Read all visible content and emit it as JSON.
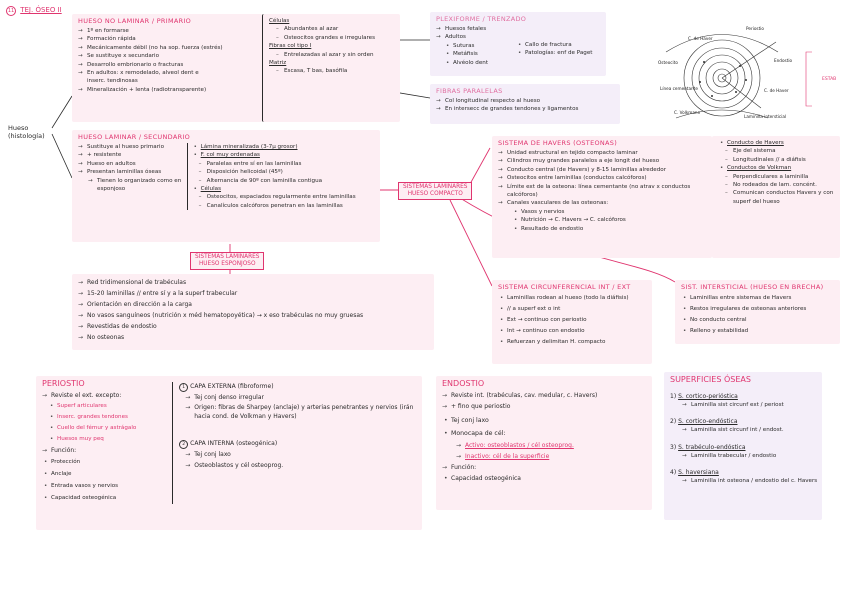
{
  "title": {
    "num": "11",
    "text": "TEJ. ÓSEO II"
  },
  "root": {
    "line1": "Hueso",
    "line2": "(histología)"
  },
  "woven": {
    "heading": "HUESO NO LAMINAR / PRIMARIO",
    "items": [
      "1º en formarse",
      "Formación rápida",
      "Mecánicamente débil (no ha sop. fuerza (estrés)",
      "Se sustituye x secundario",
      "Desarrollo embrionario o fracturas",
      "En adultos: x remodelado, alveol dent e inserc. tendinosas",
      "Mineralización + lenta (radiotransparente)"
    ],
    "cells_label": "Células",
    "cells": [
      "Abundantes al azar",
      "Osteocitos grandes e irregulares"
    ],
    "fibers_label": "Fibras col tipo I",
    "fibers": [
      "Entrelazadas al azar y sin orden"
    ],
    "matrix_label": "Matriz",
    "matrix": [
      "Escasa, T bas, basófila"
    ]
  },
  "plexiform": {
    "heading": "PLEXIFORME / TRENZADO",
    "left": [
      "Huesos fetales",
      "Adultos"
    ],
    "left_sub": [
      "Suturas",
      "Metáfisis",
      "Alvéolo dent"
    ],
    "right": [
      "Callo de fractura",
      "Patologías: enf de Paget"
    ]
  },
  "fibrous": {
    "heading": "FIBRAS PARALELAS",
    "items": [
      "Col longitudinal respecto al hueso",
      "En intersecc de grandes tendones y ligamentos"
    ]
  },
  "diagram": {
    "labels": [
      "C. de Haver",
      "Osteocito",
      "Periostio",
      "Línea cementante",
      "C. Volkmann",
      "Endostio",
      "C. de Haver",
      "Laminilla intersticial"
    ],
    "side": "ESTAB"
  },
  "lamellar": {
    "heading": "HUESO LAMINAR / SECUNDARIO",
    "items": [
      "Sustituye al hueso primario",
      "+ resistente",
      "Hueso en adultos",
      "Presentan laminillas óseas"
    ],
    "sub_item": "Tienen lo organizado como en esponjoso",
    "lam_label": "Lámina mineralizada (3-7µ grosor)",
    "fib_label": "F. col muy ordenadas",
    "fib": [
      "Paralelas entre sí en las laminillas",
      "Disposición helicoidal (45º)",
      "Alternancia de 90º con laminilla contigua"
    ],
    "cel_label": "Células",
    "cel": [
      "Osteocitos, espaciados regularmente entre laminillas",
      "Canalículos calcóforos penetran en las laminillas"
    ]
  },
  "tag_compact": {
    "line1": "SISTEMAS LAMINARES",
    "line2": "HUESO COMPACTO"
  },
  "tag_spongy": {
    "line1": "SISTEMAS LAMINARES",
    "line2": "HUESO ESPONJOSO"
  },
  "spongy": {
    "items": [
      "Red tridimensional de trabéculas",
      "15-20 laminillas // entre sí y a la superf trabecular",
      "Orientación en dirección a la carga",
      "No vasos sanguíneos (nutrición x méd hematopoyética) → x eso trabéculas no muy gruesas",
      "Revestidas de endostio",
      "No osteonas"
    ]
  },
  "haversian": {
    "heading": "SISTEMA DE HAVERS (OSTEONAS)",
    "items": [
      "Unidad estructural en tejido compacto laminar",
      "Cilindros muy grandes paralelos a eje longit del hueso",
      "Conducto central (de Havers) y 8-15 laminillas alrededor",
      "Osteocitos entre laminillas (conductos calcóforos)",
      "Límite ext de la osteona: línea cementante (no atrav x conductos calcóforos)",
      "Canales vasculares de las osteonas:"
    ],
    "vessels": [
      "Vasos y nervios",
      "Nutrición → C. Havers → C. calcóforos",
      "Resultado de endostio"
    ]
  },
  "canals": {
    "h_label": "Conducto de Havers",
    "h": [
      "Eje del sistema",
      "Longitudinales // a diáfisis"
    ],
    "v_label": "Conductos de Volkman",
    "v": [
      "Perpendiculares a laminilla",
      "No rodeados de lam. concént.",
      "Comunican conductos Havers y con superf del hueso"
    ]
  },
  "circumferential": {
    "heading": "SISTEMA CIRCUNFERENCIAL INT / EXT",
    "items": [
      "Laminillas rodean al hueso (todo la diáfisis)",
      "// a superf ext o int",
      "Ext → continuo con periostio",
      "Int → continuo con endostio",
      "Refuerzan y delimitan H. compacto"
    ]
  },
  "interstitial": {
    "heading": "SIST. INTERSTICIAL (HUESO EN BRECHA)",
    "items": [
      "Laminillas entre sistemas de Havers",
      "Restos irregulares de osteonas anteriores",
      "No conducto central",
      "Relleno y estabilidad"
    ]
  },
  "periosteum": {
    "heading": "PERIOSTIO",
    "reviste": "Reviste el ext. excepto:",
    "excepts": [
      "Superf articulares",
      "Inserc. grandes tendones",
      "Cuello del fémur y astrágalo",
      "Huesos muy peq"
    ],
    "funcion": "Función:",
    "funcs": [
      "Protección",
      "Anclaje",
      "Entrada vasos y nervios",
      "Capacidad osteogénica"
    ],
    "ext_num": "1",
    "ext_label": "CAPA EXTERNA (fibroforme)",
    "ext": [
      "Tej conj denso irregular",
      "Origen: fibras de Sharpey (anclaje) y arterias penetrantes y nervios (irán hacia cond. de Volkman y Havers)"
    ],
    "int_num": "2",
    "int_label": "CAPA INTERNA (osteogénica)",
    "int": [
      "Tej conj laxo",
      "Osteoblastos y cél osteoprog."
    ]
  },
  "endosteum": {
    "heading": "ENDOSTIO",
    "items": [
      "Reviste int. (trabéculas, cav. medular, c. Havers)",
      "+ fino que periostio"
    ],
    "bullets": [
      "Tej conj laxo",
      "Monocapa de cél:"
    ],
    "active": "Activo: osteoblastos / cél osteoprog.",
    "inactive": "Inactivo: cél de la superficie",
    "funcion": "Función:",
    "func": "Capacidad osteogénica"
  },
  "surfaces": {
    "heading": "SUPERFICIES ÓSEAS",
    "items": [
      {
        "n": "1)",
        "label": "S. cortico-perióstica",
        "desc": "Laminilla sist circunf ext / periost"
      },
      {
        "n": "2)",
        "label": "S. cortico-endóstica",
        "desc": "Laminilla sist circunf int / endost."
      },
      {
        "n": "3)",
        "label": "S. trabéculo-endóstica",
        "desc": "Laminilla trabecular / endostio"
      },
      {
        "n": "4)",
        "label": "S. haversiana",
        "desc": "Laminilla int osteona / endostio del c. Havers"
      }
    ]
  }
}
